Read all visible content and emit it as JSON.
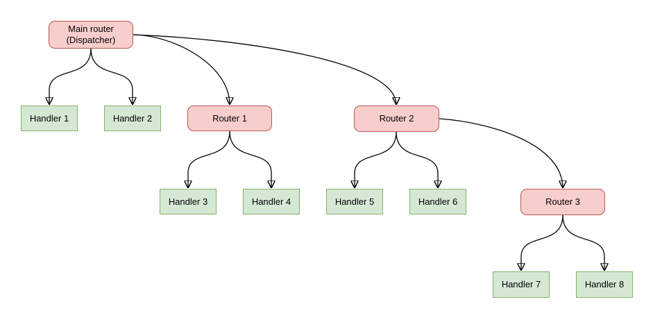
{
  "diagram": {
    "type": "tree-flowchart",
    "background": "#ffffff",
    "colors": {
      "router_fill": "#f8cecc",
      "router_border": "#b85450",
      "handler_fill": "#d5e8d4",
      "handler_border": "#82b366",
      "edge": "#000000",
      "text": "#000000"
    },
    "nodes": [
      {
        "id": "main-router",
        "label": "Main router (Dispatcher)",
        "label_lines": [
          "Main router",
          "(Dispatcher)"
        ],
        "kind": "router"
      },
      {
        "id": "handler-1",
        "label": "Handler 1",
        "kind": "handler"
      },
      {
        "id": "handler-2",
        "label": "Handler 2",
        "kind": "handler"
      },
      {
        "id": "router-1",
        "label": "Router 1",
        "kind": "router"
      },
      {
        "id": "router-2",
        "label": "Router 2",
        "kind": "router"
      },
      {
        "id": "handler-3",
        "label": "Handler 3",
        "kind": "handler"
      },
      {
        "id": "handler-4",
        "label": "Handler 4",
        "kind": "handler"
      },
      {
        "id": "handler-5",
        "label": "Handler 5",
        "kind": "handler"
      },
      {
        "id": "handler-6",
        "label": "Handler 6",
        "kind": "handler"
      },
      {
        "id": "router-3",
        "label": "Router 3",
        "kind": "router"
      },
      {
        "id": "handler-7",
        "label": "Handler 7",
        "kind": "handler"
      },
      {
        "id": "handler-8",
        "label": "Handler 8",
        "kind": "handler"
      }
    ],
    "edges": [
      {
        "from": "main-router",
        "to": "handler-1"
      },
      {
        "from": "main-router",
        "to": "handler-2"
      },
      {
        "from": "main-router",
        "to": "router-1"
      },
      {
        "from": "main-router",
        "to": "router-2"
      },
      {
        "from": "router-1",
        "to": "handler-3"
      },
      {
        "from": "router-1",
        "to": "handler-4"
      },
      {
        "from": "router-2",
        "to": "handler-5"
      },
      {
        "from": "router-2",
        "to": "handler-6"
      },
      {
        "from": "router-2",
        "to": "router-3"
      },
      {
        "from": "router-3",
        "to": "handler-7"
      },
      {
        "from": "router-3",
        "to": "handler-8"
      }
    ]
  }
}
